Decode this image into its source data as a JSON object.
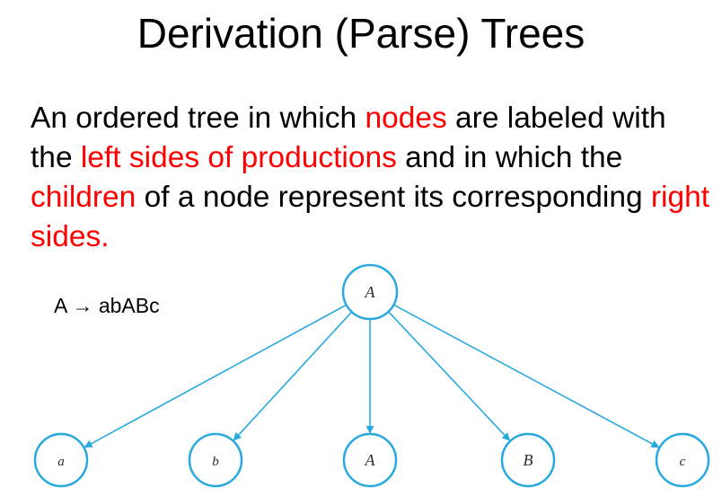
{
  "title": "Derivation (Parse) Trees",
  "definition": {
    "segments": [
      {
        "text": "An ordered tree in which ",
        "highlight": false
      },
      {
        "text": "nodes",
        "highlight": true
      },
      {
        "text": " are labeled with the ",
        "highlight": false
      },
      {
        "text": "left sides of productions",
        "highlight": true
      },
      {
        "text": " and in which the ",
        "highlight": false
      },
      {
        "text": "children",
        "highlight": true
      },
      {
        "text": " of a node represent its corresponding ",
        "highlight": false
      },
      {
        "text": "right sides.",
        "highlight": true
      }
    ]
  },
  "production": "A → abABc",
  "tree": {
    "root": "A",
    "children": [
      "a",
      "b",
      "A",
      "B",
      "c"
    ]
  },
  "colors": {
    "highlight": "#ff0000",
    "edge": "#29a9df",
    "text": "#000000"
  }
}
